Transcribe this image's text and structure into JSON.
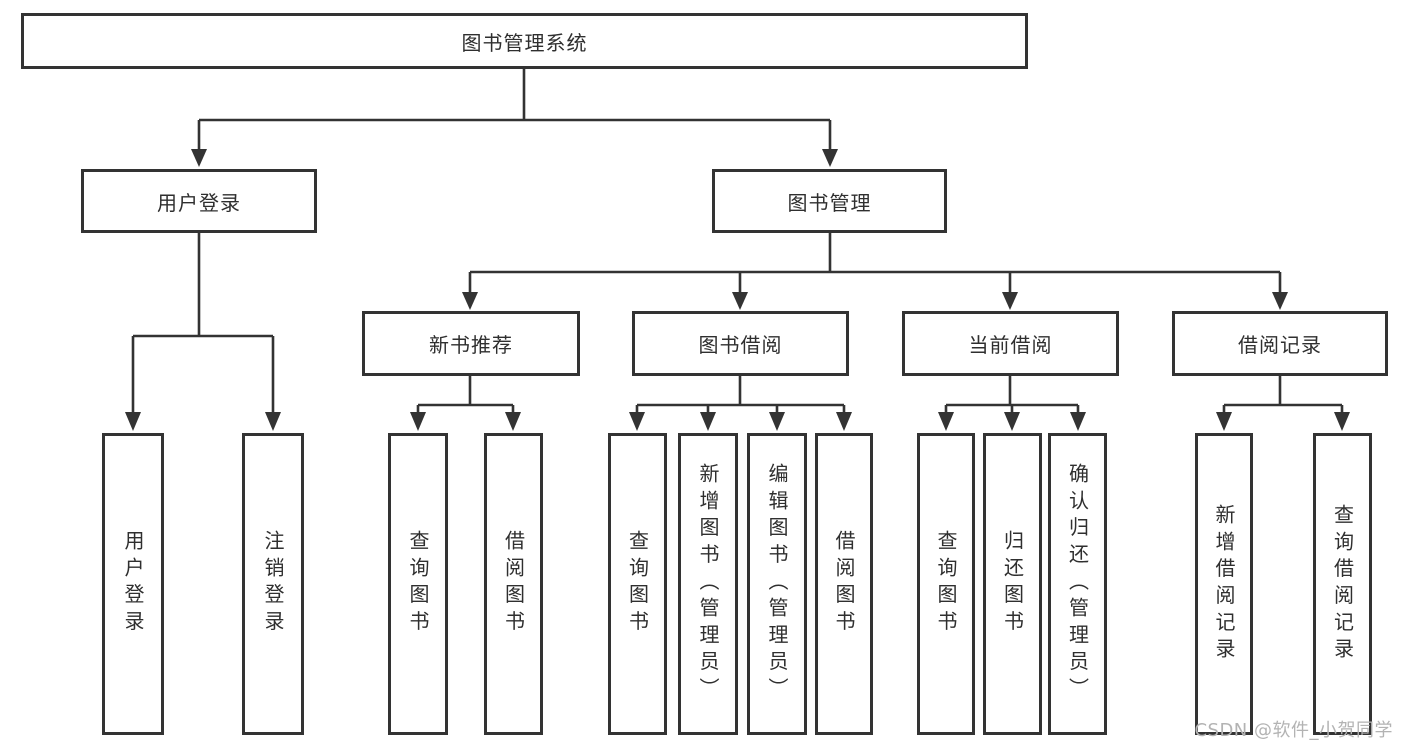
{
  "diagram_title": "图书管理系统",
  "colors": {
    "line": "#333333",
    "text": "#2f2f2f",
    "background": "#ffffff",
    "watermark": "#b3b3b3"
  },
  "nodes": {
    "root": {
      "label": "图书管理系统"
    },
    "level2": [
      {
        "label": "用户登录"
      },
      {
        "label": "图书管理"
      }
    ],
    "level3": [
      {
        "label": "新书推荐"
      },
      {
        "label": "图书借阅"
      },
      {
        "label": "当前借阅"
      },
      {
        "label": "借阅记录"
      }
    ],
    "leaves": {
      "user_login_group": [
        {
          "label": "用户登录"
        },
        {
          "label": "注销登录"
        }
      ],
      "new_book_group": [
        {
          "label": "查询图书"
        },
        {
          "label": "借阅图书"
        }
      ],
      "book_borrow_group": [
        {
          "label": "查询图书"
        },
        {
          "label": "新增图书（管理员）"
        },
        {
          "label": "编辑图书（管理员）"
        },
        {
          "label": "借阅图书"
        }
      ],
      "current_borrow_group": [
        {
          "label": "查询图书"
        },
        {
          "label": "归还图书"
        },
        {
          "label": "确认归还（管理员）"
        }
      ],
      "borrow_record_group": [
        {
          "label": "新增借阅记录"
        },
        {
          "label": "查询借阅记录"
        }
      ]
    }
  },
  "watermark": "CSDN @软件_小贺同学"
}
